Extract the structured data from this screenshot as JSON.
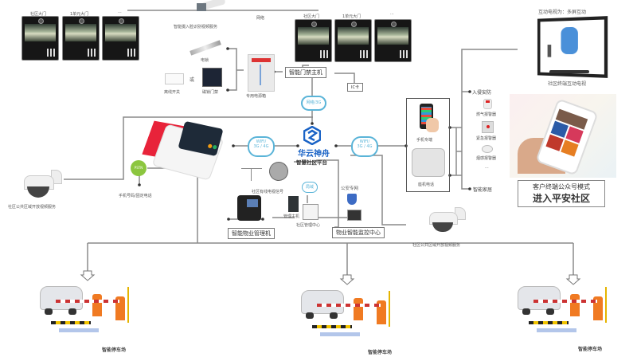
{
  "diagram": {
    "title_brand": "华云神舟",
    "platform_label": "智慧社区平台",
    "door_panels_left": [
      {
        "label": "社区大门"
      },
      {
        "label": "1单元大门"
      },
      {
        "label": "..."
      }
    ],
    "door_panels_right": [
      {
        "label": "社区大门"
      },
      {
        "label": "1单元大门"
      },
      {
        "label": "..."
      }
    ],
    "top_camera_label": "智能摄入脸识别视频服务",
    "network_label": "网络",
    "access_devices": {
      "lock_label": "电锁",
      "or_label": "或",
      "exit_button_label": "离线开关",
      "magnetic_lock_label": "磁锁门禁",
      "controller_label": "专用电源箱",
      "door_host_label": "智能门禁主机",
      "ic_card_label": "IC卡"
    },
    "clouds": {
      "network_3g": "网络/3G",
      "wifi_left": "WIFI/\n3G / 4G",
      "wifi_right": "WIFI/\n3G / 4G",
      "private_net": "局域"
    },
    "mobile_app": {
      "psim_label": "PSTN",
      "phone_label": "手机号码/固定电话"
    },
    "left_camera_label": "社区公共区域开放视频服务",
    "right_camera_label": "社区公共区域开放视频服务",
    "terminals": {
      "mobile_label": "手机专端",
      "landline_label": "座机电话"
    },
    "security": {
      "alarm_header": "入侵安防",
      "items": [
        "燃气报警器",
        "紧急报警器",
        "烟感报警器",
        "..."
      ],
      "smart_home_label": "智能家居"
    },
    "tv": {
      "top_label": "互动电视为：多屏互动",
      "bottom_label": "社区终端互动电视"
    },
    "wechat": {
      "line1": "客户终端公众号模式",
      "line2": "进入平安社区"
    },
    "property": {
      "antenna_label": "社区有线电视信号",
      "server_label": "管理主机",
      "mgmt_center_label": "社区管理中心",
      "police_label": "公安专网",
      "property_machine_label": "智能物业管理机",
      "monitor_center_label": "物业智能监控中心"
    },
    "parking": [
      {
        "label": "智能停车场"
      },
      {
        "label": "智能停车场"
      },
      {
        "label": "智能停车场"
      }
    ],
    "colors": {
      "brand_blue": "#1a63c6",
      "cloud_blue": "#5ab4d8",
      "psim_green": "#8cc63f",
      "barrier_orange": "#f07a22",
      "line_gray": "#7a7a7a"
    }
  }
}
